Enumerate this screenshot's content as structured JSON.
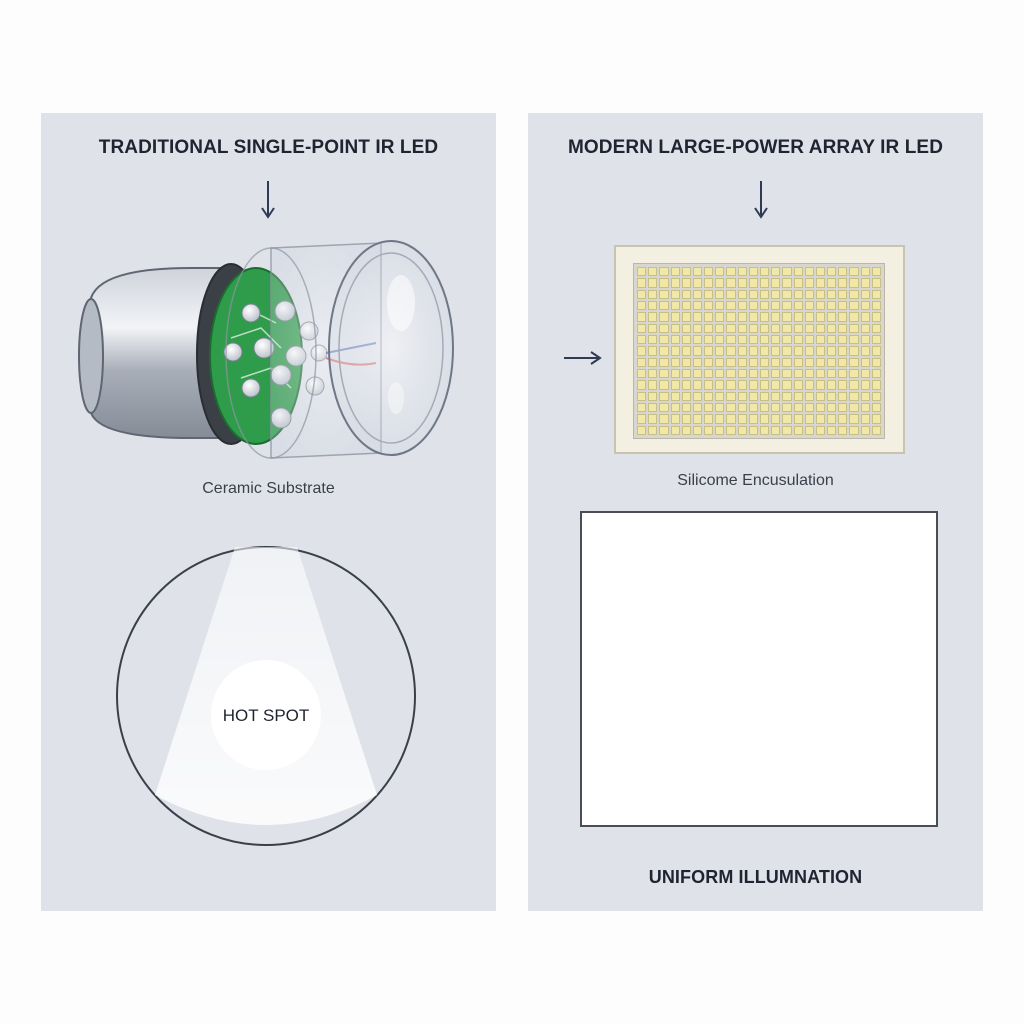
{
  "left_panel": {
    "title": "TRADITIONAL SINGLE-POINT IR LED",
    "caption": "Ceramic Substrate",
    "spot_label": "HOT SPOT"
  },
  "right_panel": {
    "title": "MODERN LARGE-POWER ARRAY IR LED",
    "caption": "Silicome Encusulation",
    "bottom_label": "UNIFORM ILLUMNATION"
  },
  "colors": {
    "panel_bg": "#dfe2e9",
    "arrow": "#2f3a55",
    "pcb_green": "#2e9c4a",
    "led_yellow": "#f2e8a6"
  }
}
